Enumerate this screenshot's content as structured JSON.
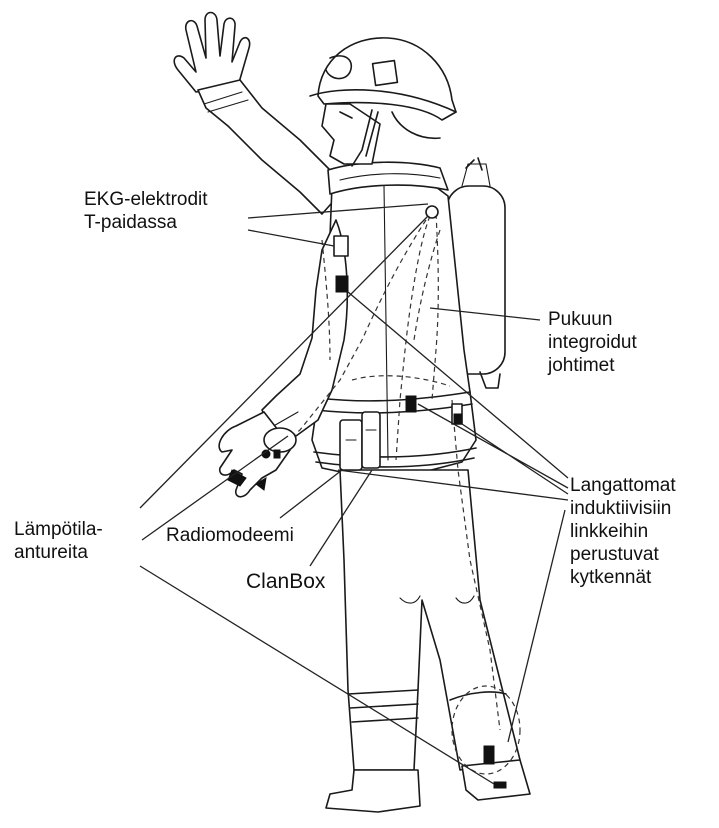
{
  "labels": {
    "ekg": [
      "EKG-elektrodit",
      "T-paidassa"
    ],
    "pukuun": [
      "Pukuun",
      "integroidut",
      "johtimet"
    ],
    "langattomat": [
      "Langattomat",
      "induktiivisiin",
      "linkkeihin",
      "perustuvat",
      "kytkennät"
    ],
    "lampotila": [
      "Lämpötila-",
      "antureita"
    ],
    "radiomodeemi": "Radiomodeemi",
    "clanbox": "ClanBox"
  },
  "colors": {
    "ink": "#111111",
    "background": "#ffffff"
  }
}
